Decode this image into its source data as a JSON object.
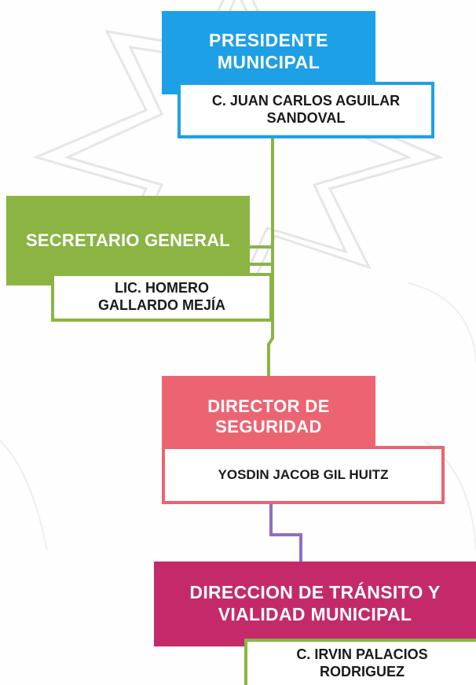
{
  "nodes": {
    "presidente": {
      "role": "PRESIDENTE\nMUNICIPAL",
      "name": "C. JUAN CARLOS AGUILAR\nSANDOVAL",
      "color": "#1ea0e6"
    },
    "secretario": {
      "role": "SECRETARIO GENERAL",
      "name": "LIC. HOMERO\nGALLARDO MEJÍA",
      "color": "#8bb443"
    },
    "director_seguridad": {
      "role": "DIRECTOR DE\nSEGURIDAD",
      "name": "YOSDIN JACOB GIL HUITZ",
      "color": "#ec6472"
    },
    "direccion_transito": {
      "role": "DIRECCION DE TRÁNSITO Y\nVIALIDAD MUNICIPAL",
      "name": "C. IRVIN PALACIOS\nRODRIGUEZ",
      "color": "#c42a6a"
    }
  },
  "connector_colors": {
    "green": "#8bb443",
    "purple": "#8f6fbf"
  }
}
